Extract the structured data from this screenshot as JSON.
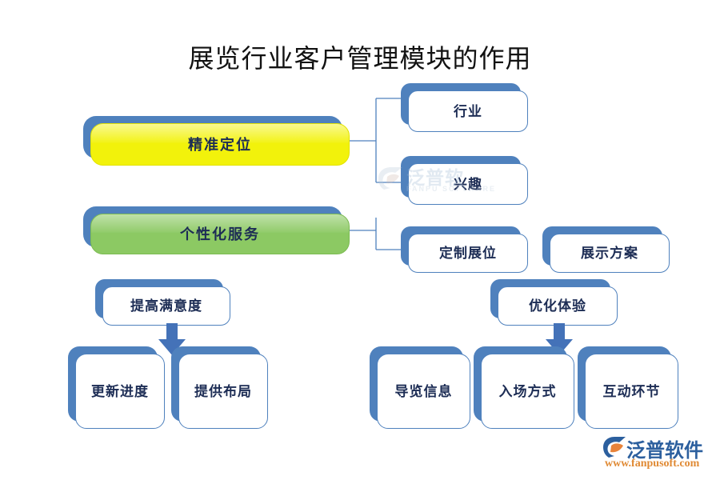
{
  "title": "展览行业客户管理模块的作用",
  "colors": {
    "accent_blue": "#4f81bd",
    "node_text": "#1d2d55",
    "yellow": "#f2f20b",
    "green": "#8cc963",
    "title_text": "#121212",
    "brand_blue": "#2c5f9e",
    "brand_orange": "#e08a34",
    "background": "#ffffff"
  },
  "nodes": {
    "precise_targeting": {
      "label": "精准定位",
      "style": "yellow"
    },
    "personalized_service": {
      "label": "个性化服务",
      "style": "green"
    },
    "industry": {
      "label": "行业",
      "style": "white"
    },
    "interest": {
      "label": "兴趣",
      "style": "white"
    },
    "custom_booth": {
      "label": "定制展位",
      "style": "white"
    },
    "display_plan": {
      "label": "展示方案",
      "style": "white"
    },
    "raise_satisfaction": {
      "label": "提高满意度",
      "style": "white"
    },
    "update_progress": {
      "label": "更新进度",
      "style": "white"
    },
    "provide_layout": {
      "label": "提供布局",
      "style": "white"
    },
    "optimize_experience": {
      "label": "优化体验",
      "style": "white"
    },
    "guide_info": {
      "label": "导览信息",
      "style": "white"
    },
    "entry_method": {
      "label": "入场方式",
      "style": "white"
    },
    "interactive_session": {
      "label": "互动环节",
      "style": "white"
    }
  },
  "watermark": {
    "cn": "泛普软",
    "en": "FANPU SOFTWARE"
  },
  "brand": {
    "cn": "泛普软件",
    "url": "www.fanpusoft.com"
  }
}
